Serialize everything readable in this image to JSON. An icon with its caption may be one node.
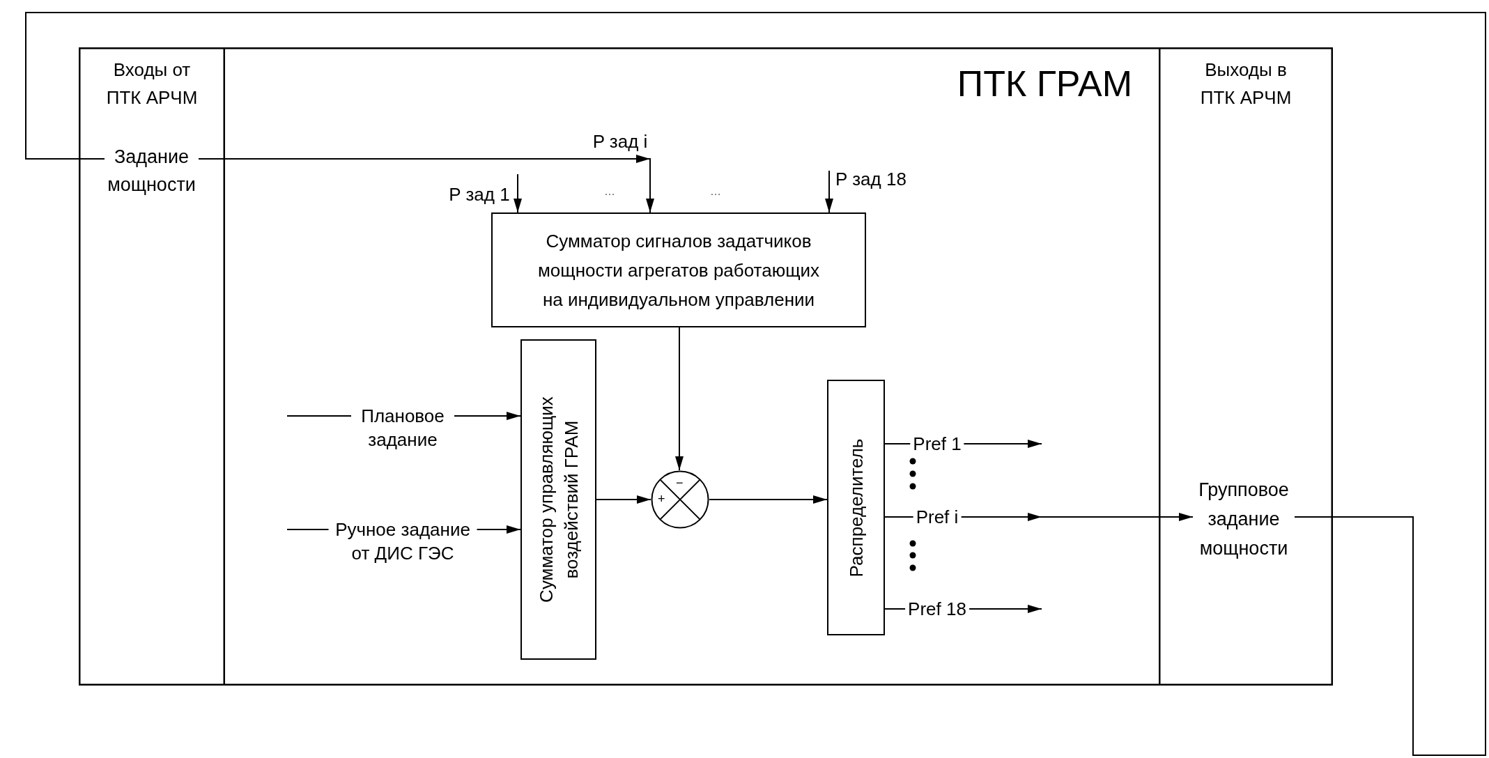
{
  "diagram": {
    "nodes": [
      {
        "text": [
          "Входы от ПТК АРЧМ"
        ]
      },
      {
        "text": [
          "Задание мощности"
        ],
        "in": 0
      },
      {
        "text": [
          "ПТК ГРАМ"
        ]
      },
      {
        "text": [
          "Сумматор сигналов задатчиков мощности агрегатов работающих на индивидуальном управлении"
        ],
        "in": 2
      },
      {
        "text": [
          "Сумматор управляющих воздействий ГРАМ"
        ],
        "in": 2
      },
      {
        "text": [
          "−",
          "+"
        ],
        "in": 2
      },
      {
        "text": [
          "Распределитель"
        ],
        "in": 2
      },
      {
        "text": [
          "Выходы в ПТК АРЧМ"
        ]
      },
      {
        "text": [
          "Групповое задание мощности"
        ],
        "in": 7
      }
    ],
    "edges": [
      {
        "from": 1,
        "to": 3,
        "arrow": "to",
        "label": "P зад i"
      },
      {
        "from": null,
        "to": 3,
        "arrow": "to",
        "label": "P зад 1"
      },
      {
        "from": null,
        "to": 3,
        "arrow": "to",
        "label": "P зад 18"
      },
      {
        "from": null,
        "to": 4,
        "arrow": "to",
        "label": "Плановое задание"
      },
      {
        "from": null,
        "to": 4,
        "arrow": "to",
        "label": "Ручное задание от ДИС ГЭС"
      },
      {
        "from": 3,
        "to": 5,
        "arrow": "to"
      },
      {
        "from": 4,
        "to": 5,
        "arrow": "to"
      },
      {
        "from": 5,
        "to": 6,
        "arrow": "to"
      },
      {
        "from": 6,
        "to": null,
        "arrow": "to",
        "label": "Pref 1"
      },
      {
        "from": 6,
        "to": 8,
        "arrow": "to",
        "label": "Pref i"
      },
      {
        "from": 6,
        "to": null,
        "arrow": "to",
        "label": "Pref 18"
      },
      {
        "from": 8,
        "to": 1,
        "arrow": "none"
      }
    ],
    "labels": [
      "…",
      "…"
    ]
  }
}
